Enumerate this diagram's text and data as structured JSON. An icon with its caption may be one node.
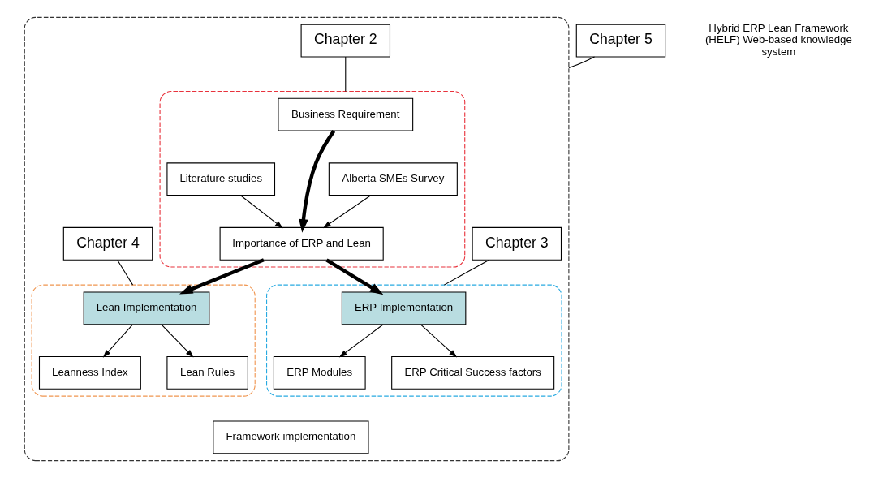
{
  "diagram": {
    "nodes": [
      {
        "text": [],
        "shape": "box"
      },
      {
        "text": [],
        "shape": "box",
        "in": 0
      },
      {
        "text": [
          "Business Requirement"
        ],
        "in": 1
      },
      {
        "text": [
          "Literature studies"
        ],
        "in": 1
      },
      {
        "text": [
          "Importance of ERP and Lean"
        ],
        "in": 1
      },
      {
        "text": [
          "Alberta SMEs Survey"
        ],
        "in": 1
      },
      {
        "text": [],
        "shape": "box",
        "in": 0
      },
      {
        "text": [
          "ERP Implementation"
        ],
        "in": 6
      },
      {
        "text": [
          "ERP Modules"
        ],
        "in": 6
      },
      {
        "text": [
          "ERP Critical Success factors"
        ],
        "in": 6
      },
      {
        "text": [],
        "shape": "box",
        "in": 0
      },
      {
        "text": [
          "Lean Implementation"
        ],
        "in": 10
      },
      {
        "text": [
          "Leanness Index"
        ],
        "in": 10
      },
      {
        "text": [
          "Lean Rules"
        ],
        "in": 10
      },
      {
        "text": [
          "Framework implementation"
        ],
        "in": 0
      },
      {
        "text": [
          "Chapter 2"
        ],
        "in": 0
      },
      {
        "text": [
          "Chapter 3"
        ],
        "in": 0
      },
      {
        "text": [
          "Chapter 4"
        ],
        "in": 0
      },
      {
        "text": [
          "Chapter 5"
        ]
      }
    ],
    "edges": [
      {
        "from": 2,
        "to": 4,
        "arrow": "to",
        "style": "thick"
      },
      {
        "from": 3,
        "to": 4,
        "arrow": "to"
      },
      {
        "from": 5,
        "to": 4,
        "arrow": "to"
      },
      {
        "from": 4,
        "to": 7,
        "arrow": "to",
        "style": "thick"
      },
      {
        "from": 4,
        "to": 11,
        "arrow": "to",
        "style": "thick"
      },
      {
        "from": 7,
        "to": 8,
        "arrow": "to"
      },
      {
        "from": 7,
        "to": 9,
        "arrow": "to"
      },
      {
        "from": 11,
        "to": 12,
        "arrow": "to"
      },
      {
        "from": 11,
        "to": 13,
        "arrow": "to"
      },
      {
        "from": 15,
        "to": 1,
        "arrow": "none"
      },
      {
        "from": 16,
        "to": 6,
        "arrow": "none"
      },
      {
        "from": 17,
        "to": 10,
        "arrow": "none"
      },
      {
        "from": 18,
        "to": 0,
        "arrow": "none"
      }
    ],
    "labels": [
      "Hybrid ERP Lean Framework (HELF) Web-based knowledge system"
    ]
  }
}
